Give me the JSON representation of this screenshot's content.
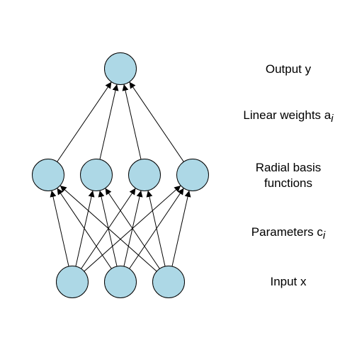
{
  "diagram": {
    "layers": {
      "output": {
        "count": 1
      },
      "hidden": {
        "count": 4
      },
      "input": {
        "count": 3
      }
    },
    "colors": {
      "node_fill": "#add8e6",
      "node_stroke": "#000000",
      "edge": "#000000"
    }
  },
  "labels": {
    "output": {
      "text": "Output y"
    },
    "linear_weights": {
      "text": "Linear weights a",
      "sub": "i"
    },
    "radial_line1": "Radial basis",
    "radial_line2": "functions",
    "parameters": {
      "text": "Parameters c",
      "sub": "i"
    },
    "input": {
      "text": "Input x"
    }
  }
}
